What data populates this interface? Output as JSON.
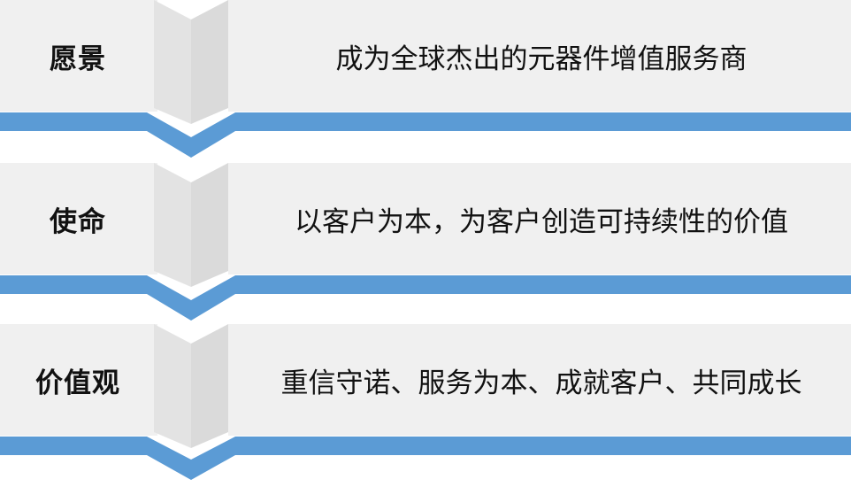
{
  "colors": {
    "panel": "#f0f0f0",
    "fold_light": "#e6e6e6",
    "fold_dark": "#d9d9d9",
    "band": "#5b9bd5",
    "text": "#111111"
  },
  "rows": [
    {
      "label": "愿景",
      "text": "成为全球杰出的元器件增值服务商"
    },
    {
      "label": "使命",
      "text": "以客户为本，为客户创造可持续性的价值"
    },
    {
      "label": "价值观",
      "text": "重信守诺、服务为本、成就客户、共同成长"
    }
  ]
}
